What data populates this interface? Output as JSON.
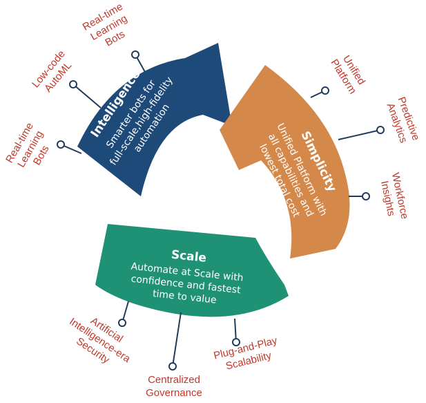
{
  "colors": {
    "intelligence": "#1d4a78",
    "simplicity": "#d4884a",
    "scale": "#1f9276",
    "label": "#c0392b",
    "connector": "#1f3a5a"
  },
  "segments": {
    "intelligence": {
      "title": "Intelligence",
      "desc": [
        "Smarter bots for",
        "full-scale,high-fidelity",
        "automation"
      ]
    },
    "simplicity": {
      "title": "Simplicity",
      "desc": [
        "Unified Platform with",
        "all capabilities and",
        "lowest total cost"
      ]
    },
    "scale": {
      "title": "Scale",
      "desc": [
        "Automate at Scale with",
        "confidence and fastest",
        "time to value"
      ]
    }
  },
  "labels": {
    "intelligence": [
      [
        "Real-time",
        "Learning",
        "Bots"
      ],
      [
        "Low-code",
        "AutoML"
      ],
      [
        "Real-time",
        "Learning",
        "Bots"
      ]
    ],
    "simplicity": [
      [
        "Unified",
        "Platform"
      ],
      [
        "Predictive",
        "Analytics"
      ],
      [
        "Workforce",
        "Insights"
      ]
    ],
    "scale": [
      [
        "Artificial",
        "Intelligence-era",
        "Security"
      ],
      [
        "Centralized",
        "Governance"
      ],
      [
        "Plug-and-Play",
        "Scalability"
      ]
    ]
  }
}
